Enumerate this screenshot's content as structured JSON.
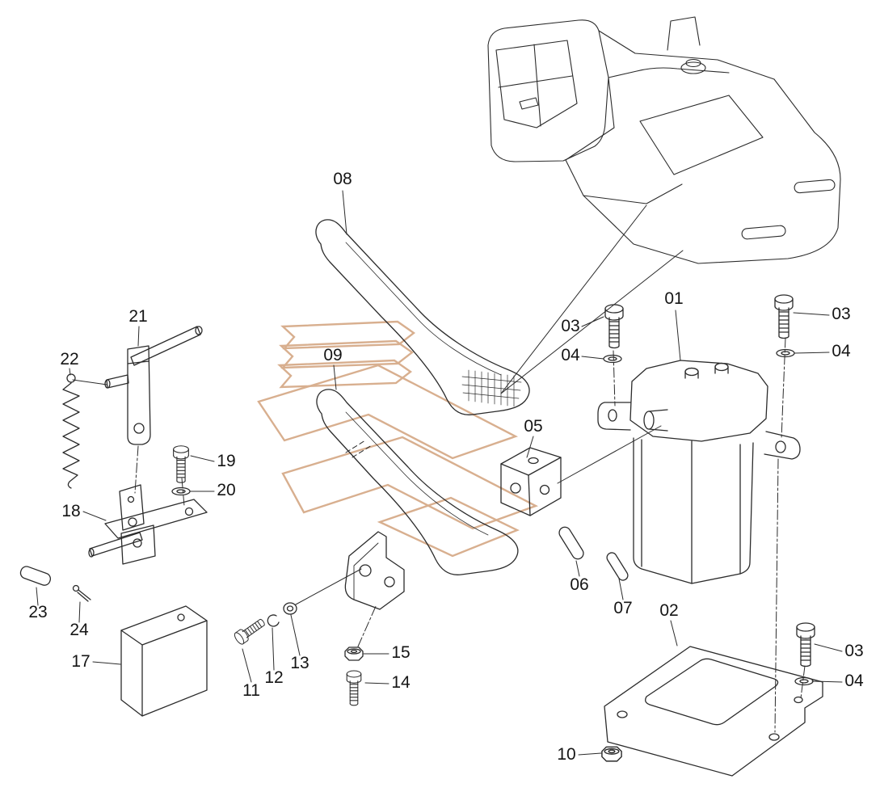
{
  "diagram": {
    "type": "exploded-parts-diagram",
    "labels": [
      "08",
      "01",
      "03",
      "04",
      "03",
      "04",
      "21",
      "22",
      "09",
      "05",
      "19",
      "20",
      "18",
      "06",
      "07",
      "23",
      "24",
      "02",
      "03",
      "04",
      "17",
      "11",
      "12",
      "13",
      "15",
      "14",
      "10"
    ]
  },
  "colors": {
    "line": "#2b2b2b",
    "watermark": "#cf9c74",
    "background": "#ffffff"
  }
}
